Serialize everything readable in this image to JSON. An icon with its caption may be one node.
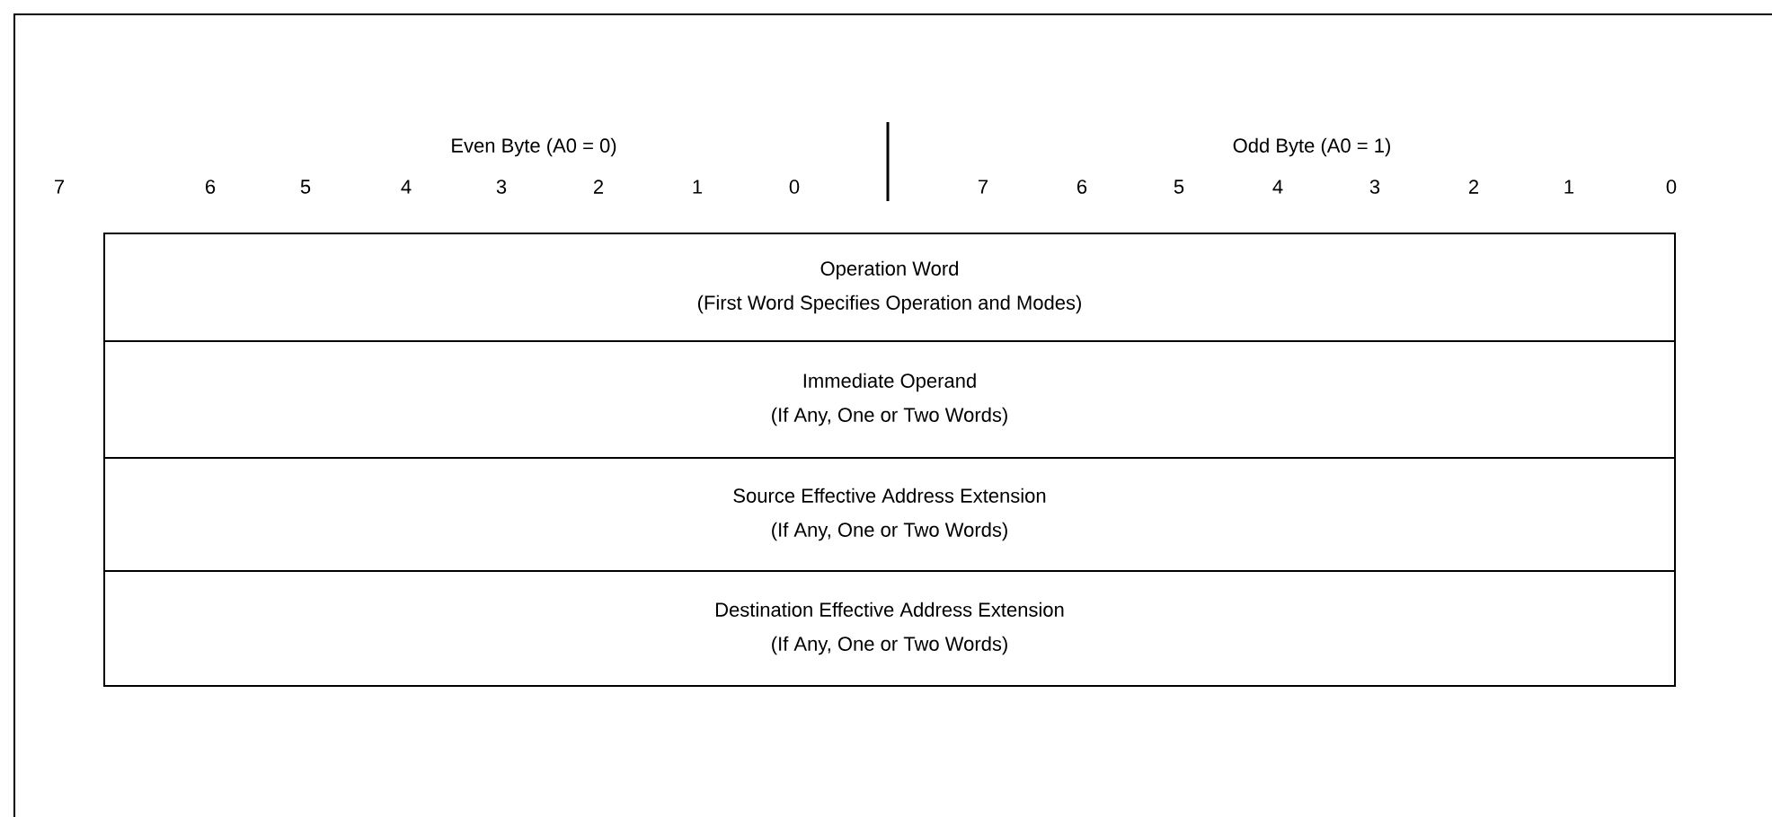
{
  "diagram": {
    "nodes": [
      {
        "text": [
          "Operation Word",
          "(First Word Specifies Operation and Modes)"
        ]
      },
      {
        "text": [
          "Immediate Operand",
          "(If Any, One or Two Words)"
        ]
      },
      {
        "text": [
          "Source Effective Address Extension",
          "(If Any, One or Two Words)"
        ]
      },
      {
        "text": [
          "Destination Effective Address Extension",
          "(If Any, One or Two Words)"
        ]
      }
    ],
    "labels": [
      "Even Byte (A0 = 0)",
      "Odd Byte (A0 = 1)",
      "7",
      "6",
      "5",
      "4",
      "3",
      "2",
      "1",
      "0",
      "7",
      "6",
      "5",
      "4",
      "3",
      "2",
      "1",
      "0"
    ]
  }
}
